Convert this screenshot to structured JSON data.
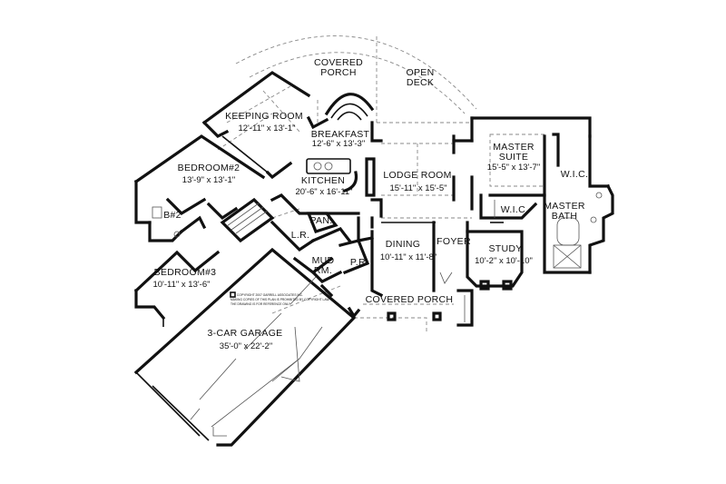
{
  "rooms": {
    "covered_porch_top": {
      "name_line1": "COVERED",
      "name_line2": "PORCH"
    },
    "open_deck": {
      "name_line1": "OPEN",
      "name_line2": "DECK"
    },
    "keeping_room": {
      "name": "KEEPING ROOM",
      "dims": "12'-11\" x 13'-1\""
    },
    "breakfast": {
      "name": "BREAKFAST",
      "dims": "12'-6\" x 13'-3\""
    },
    "bedroom2": {
      "name": "BEDROOM#2",
      "dims": "13'-9\" x 13'-1\""
    },
    "kitchen": {
      "name": "KITCHEN",
      "dims": "20'-6\" x 16'-11\""
    },
    "lodge_room": {
      "name": "LODGE ROOM",
      "dims": "15'-11\" x 15'-5\""
    },
    "master_suite": {
      "name_line1": "MASTER",
      "name_line2": "SUITE",
      "dims": "15'-5\" x 13'-7\""
    },
    "wic_right": {
      "name": "W.I.C."
    },
    "wic_left": {
      "name": "W.I.C."
    },
    "master_bath": {
      "name_line1": "MASTER",
      "name_line2": "BATH"
    },
    "bath2": {
      "name": "B#2"
    },
    "pantry": {
      "name": "PAN."
    },
    "laundry": {
      "name": "L.R."
    },
    "mud_room": {
      "name_line1": "MUD",
      "name_line2": "RM."
    },
    "powder": {
      "name": "P.R."
    },
    "dining": {
      "name": "DINING",
      "dims": "10'-11\" x 11'-8\""
    },
    "foyer": {
      "name": "FOYER"
    },
    "study": {
      "name": "STUDY",
      "dims": "10'-2\" x 10'-10\""
    },
    "bedroom3": {
      "name": "BEDROOM#3",
      "dims": "10'-11\" x 13'-6\""
    },
    "covered_porch_front": {
      "name": "COVERED PORCH"
    },
    "garage": {
      "name": "3-CAR GARAGE",
      "dims": "35'-0\" x 22'-2\""
    }
  },
  "copyright": {
    "line1": "COPYRIGHT 2007 GARRELL ASSOCIATES INC.",
    "line2": "MAKING COPIES OF THIS PLAN IS PROHIBITED BY COPYRIGHT LAW.",
    "line3": "THE DRAWING IS FOR REFERENCE ONLY."
  }
}
